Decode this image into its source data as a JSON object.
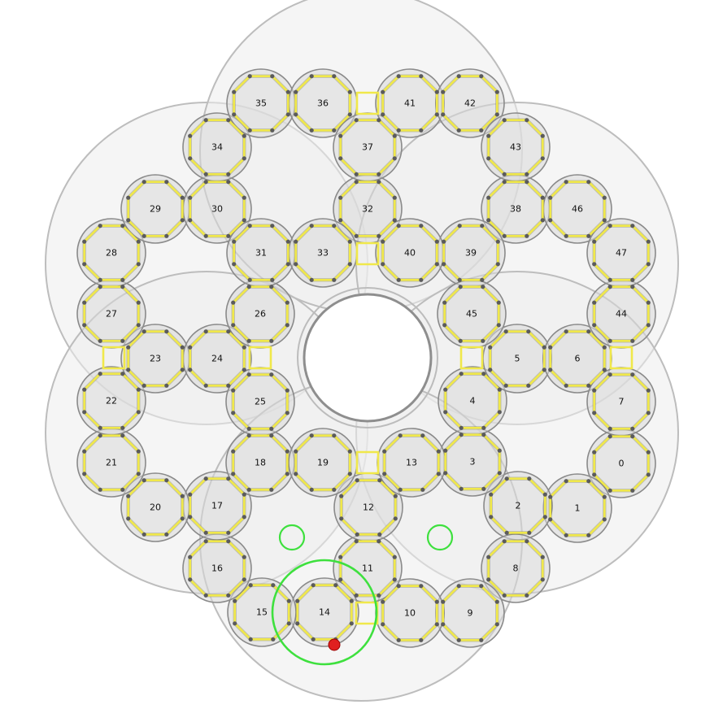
{
  "diagram": {
    "cells": [
      {
        "label": "0"
      },
      {
        "label": "1"
      },
      {
        "label": "2"
      },
      {
        "label": "3"
      },
      {
        "label": "4"
      },
      {
        "label": "5"
      },
      {
        "label": "6"
      },
      {
        "label": "7"
      },
      {
        "label": "8"
      },
      {
        "label": "9"
      },
      {
        "label": "10"
      },
      {
        "label": "11"
      },
      {
        "label": "12"
      },
      {
        "label": "13"
      },
      {
        "label": "14"
      },
      {
        "label": "15"
      },
      {
        "label": "16"
      },
      {
        "label": "17"
      },
      {
        "label": "18"
      },
      {
        "label": "19"
      },
      {
        "label": "20"
      },
      {
        "label": "21"
      },
      {
        "label": "22"
      },
      {
        "label": "23"
      },
      {
        "label": "24"
      },
      {
        "label": "25"
      },
      {
        "label": "26"
      },
      {
        "label": "27"
      },
      {
        "label": "28"
      },
      {
        "label": "29"
      },
      {
        "label": "30"
      },
      {
        "label": "31"
      },
      {
        "label": "32"
      },
      {
        "label": "33"
      },
      {
        "label": "34"
      },
      {
        "label": "35"
      },
      {
        "label": "36"
      },
      {
        "label": "37"
      },
      {
        "label": "38"
      },
      {
        "label": "39"
      },
      {
        "label": "40"
      },
      {
        "label": "41"
      },
      {
        "label": "42"
      },
      {
        "label": "43"
      },
      {
        "label": "44"
      },
      {
        "label": "45"
      },
      {
        "label": "46"
      },
      {
        "label": "47"
      }
    ],
    "highlighted_cell": "14",
    "colors": {
      "octagon_edges": "#f0e84a",
      "highlight_ring": "#3ee03e",
      "marker": "#e02020",
      "cell_fill": "#d9d9d9",
      "cluster_fill": "#ececec",
      "vertex": "#5b5b5b"
    }
  }
}
